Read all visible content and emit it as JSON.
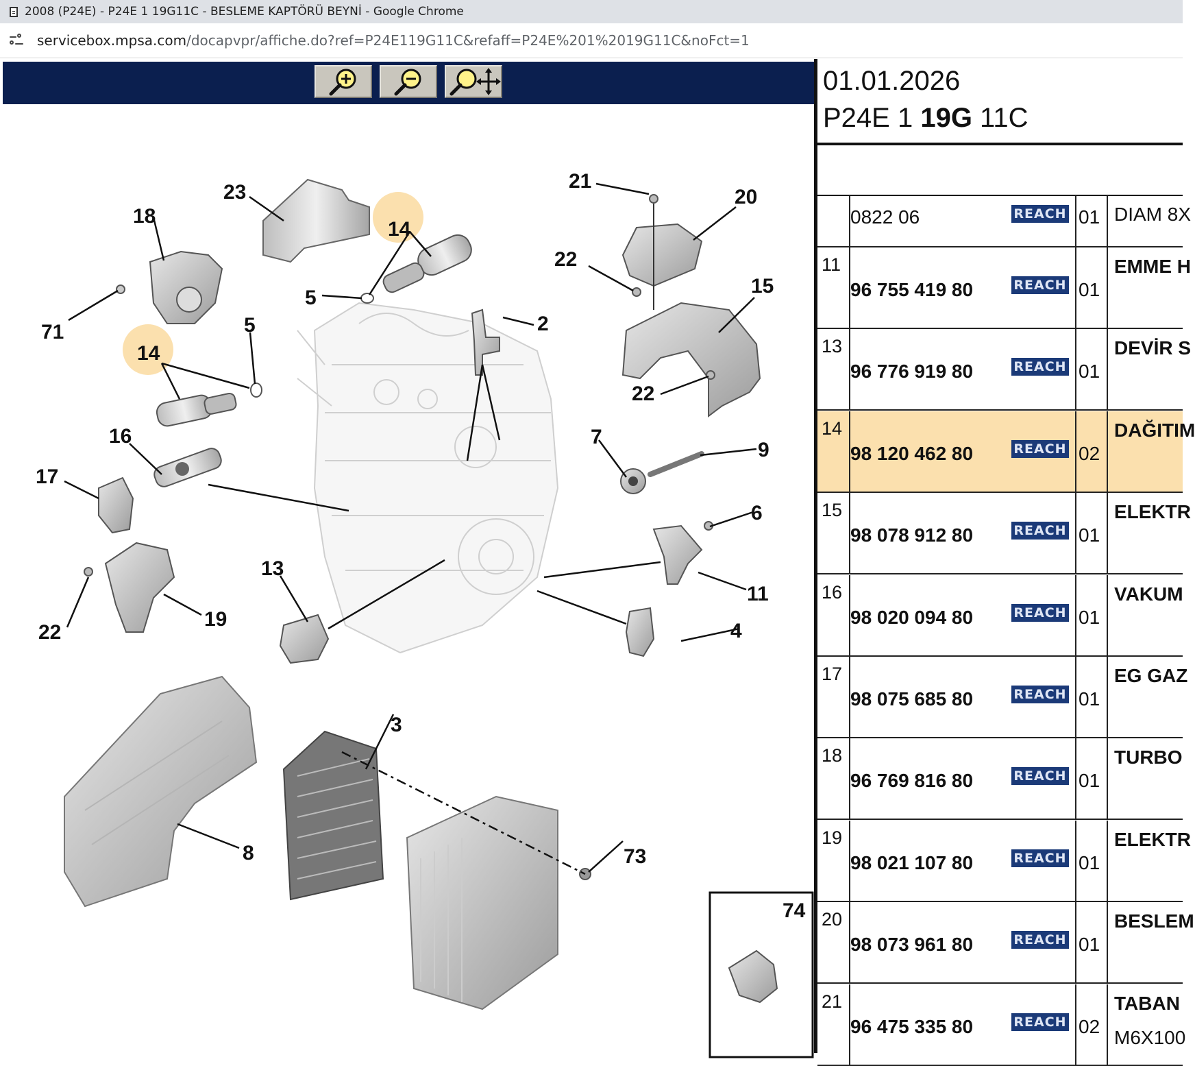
{
  "browser": {
    "window_title": "2008 (P24E) - P24E 1 19G11C - BESLEME KAPTÖRÜ BEYNİ - Google Chrome",
    "url_host": "servicebox.mpsa.com",
    "url_path": "/docapvpr/affiche.do?ref=P24E119G11C&refaff=P24E%201%2019G11C&noFct=1"
  },
  "viewer": {
    "zoom_in_icon": "zoom-in-icon",
    "zoom_out_icon": "zoom-out-icon",
    "pan_icon": "zoom-pan-icon"
  },
  "diagram": {
    "highlight_color": "#fbe0ae",
    "callouts": [
      "23",
      "18",
      "14",
      "5",
      "71",
      "5",
      "14",
      "2",
      "21",
      "20",
      "22",
      "15",
      "22",
      "16",
      "17",
      "7",
      "9",
      "6",
      "11",
      "13",
      "22",
      "19",
      "4",
      "3",
      "8",
      "73",
      "74"
    ]
  },
  "header": {
    "date": "01.01.2026",
    "ref_a": "P24E 1 ",
    "ref_b": "19G",
    "ref_c": " 11C"
  },
  "parts": [
    {
      "ref": "",
      "part_no": "0822 06",
      "badge": "REACH",
      "qty": "01",
      "desc": "DIAM 8X",
      "desc2": ""
    },
    {
      "ref": "11",
      "part_no": "96 755 419 80",
      "badge": "REACH",
      "qty": "01",
      "desc": "EMME H",
      "desc2": ""
    },
    {
      "ref": "13",
      "part_no": "96 776 919 80",
      "badge": "REACH",
      "qty": "01",
      "desc": "DEVİR S",
      "desc2": ""
    },
    {
      "ref": "14",
      "part_no": "98 120 462 80",
      "badge": "REACH",
      "qty": "02",
      "desc": "DAĞITIM",
      "desc2": ""
    },
    {
      "ref": "15",
      "part_no": "98 078 912 80",
      "badge": "REACH",
      "qty": "01",
      "desc": "ELEKTR",
      "desc2": ""
    },
    {
      "ref": "16",
      "part_no": "98 020 094 80",
      "badge": "REACH",
      "qty": "01",
      "desc": "VAKUM",
      "desc2": ""
    },
    {
      "ref": "17",
      "part_no": "98 075 685 80",
      "badge": "REACH",
      "qty": "01",
      "desc": "EG GAZ",
      "desc2": ""
    },
    {
      "ref": "18",
      "part_no": "96 769 816 80",
      "badge": "REACH",
      "qty": "01",
      "desc": "TURBO",
      "desc2": ""
    },
    {
      "ref": "19",
      "part_no": "98 021 107 80",
      "badge": "REACH",
      "qty": "01",
      "desc": "ELEKTR",
      "desc2": ""
    },
    {
      "ref": "20",
      "part_no": "98 073 961 80",
      "badge": "REACH",
      "qty": "01",
      "desc": "BESLEM",
      "desc2": ""
    },
    {
      "ref": "21",
      "part_no": "96 475 335 80",
      "badge": "REACH",
      "qty": "02",
      "desc": "TABAN",
      "desc2": "M6X100"
    }
  ]
}
